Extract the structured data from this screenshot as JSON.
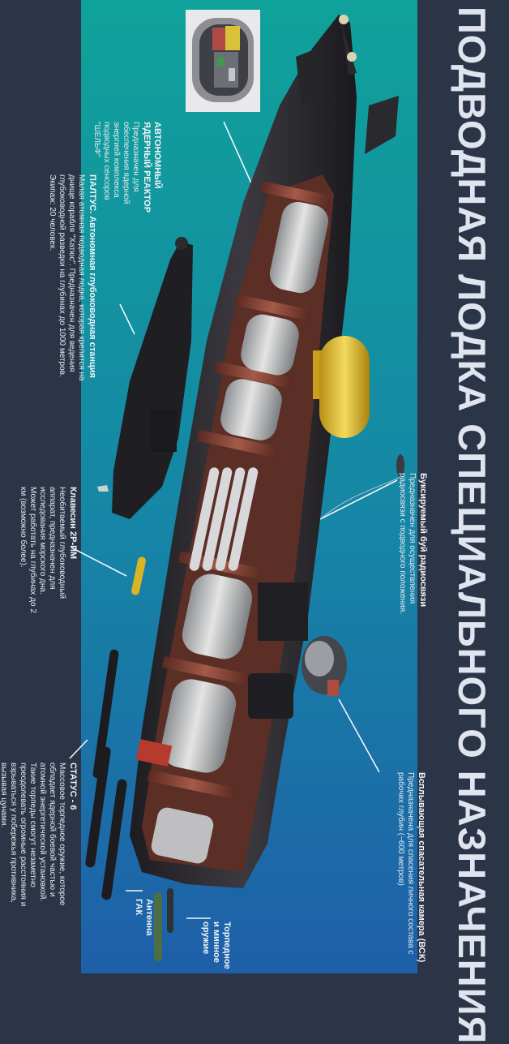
{
  "title": "ПОДВОДНАЯ ЛОДКА СПЕЦИАЛЬНОГО НАЗНАЧЕНИЯ",
  "colors": {
    "panel": "#2c3447",
    "sea_top": "#0fa29a",
    "sea_bottom": "#1e5fa8",
    "hull": "#2b2a2e",
    "frames": "#8a4a3b",
    "module": "#cfcfcf",
    "buoy": "#e2c23c"
  },
  "callouts": {
    "reactor": {
      "heading": "АВТОНОМНЫЙ ЯДЕРНЫЙ РЕАКТОР",
      "desc": "Предназначен для обеспечения ядерной энергией комплекса подводных сенсоров \"ШЕЛЬФ\""
    },
    "paltus": {
      "heading": "ПАЛТУС. Автономная глубоководная станция",
      "desc": "Малая атомная подводная лодка, которая крепится на днище корабля \"Хатюс\". Предназначен для ведения глубоководной разведки на глубинах до 1000 метров. Экипаж: 20 человек."
    },
    "buoy": {
      "heading": "Буксируемый буй радиосвязи",
      "desc": "Предназначен для осуществления радиосвязи с подводного положения."
    },
    "klavesin": {
      "heading": "Клавесин 2Р-ПМ",
      "desc": "Необитаемый глубоководный аппарат, предназначен для исследования морского дна. Может работать на глубинах до 2 км (возможно более)."
    },
    "rescue": {
      "heading": "Всплывающая спасательная камера (ВСК)",
      "desc": "Предназначена для спасения личного состава с рабочих глубин (~600 метров)"
    },
    "status6": {
      "heading": "СТАТУС - 6",
      "desc": "Массовое торпедное оружие, которое обладает ядерной боевой частью и атомной энергетической установкой. Такие торпеды смогут незаметно преодолевать огромные расстояния и взрываться у побережья противника, вызывая цунами."
    },
    "torpedo": {
      "heading": "Торпедное и минное оружие"
    },
    "antenna": {
      "heading": "Антенна ГАК"
    }
  }
}
